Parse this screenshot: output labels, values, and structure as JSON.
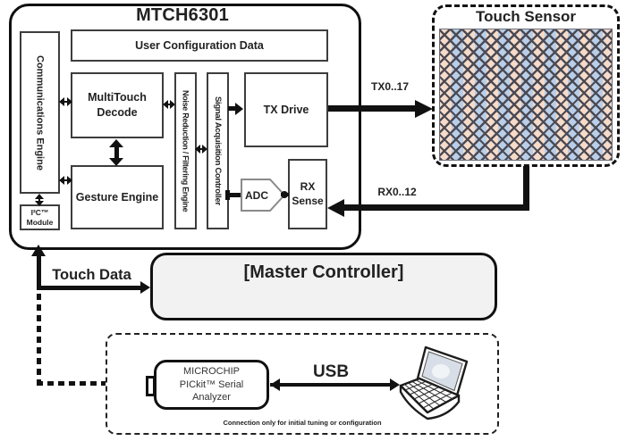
{
  "mtch": {
    "title": "MTCH6301",
    "user_config": "User Configuration Data",
    "comm_engine": "Communications Engine",
    "multitouch_line1": "MultiTouch",
    "multitouch_line2": "Decode",
    "gesture": "Gesture Engine",
    "noise": "Noise Reduction / Filtering Engine",
    "signal": "Signal Acquisition Controller",
    "tx_drive": "TX Drive",
    "adc": "ADC",
    "rx_line1": "RX",
    "rx_line2": "Sense",
    "i2c_line1": "I²C™",
    "i2c_line2": "Module"
  },
  "sensor": {
    "title": "Touch Sensor",
    "pattern_colors": {
      "pink": "#f6dbc9",
      "blue": "#b9cfe9",
      "lattice": "#4c4b55"
    }
  },
  "labels": {
    "tx": "TX0..17",
    "rx": "RX0..12",
    "touch_data": "Touch Data",
    "usb": "USB"
  },
  "master": {
    "label": "[Master Controller]",
    "fill": "#f2f2f2"
  },
  "pickit": {
    "line1": "MICROCHIP",
    "line2": "PICkit™ Serial",
    "line3": "Analyzer"
  },
  "footnote": "Connection only for initial tuning or configuration"
}
